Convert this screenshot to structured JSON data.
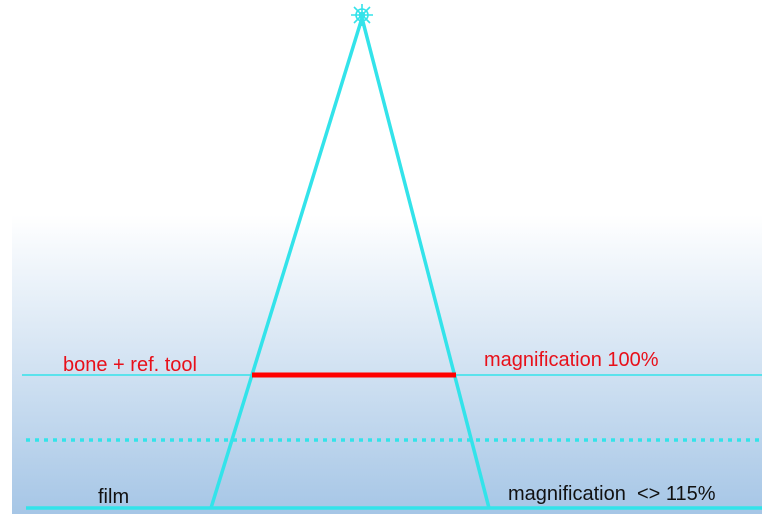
{
  "labels": {
    "bone_ref_tool": "bone + ref. tool",
    "magnification_100": "magnification 100%",
    "film": "film",
    "magnification_115": "magnification  <> 115%"
  },
  "colors": {
    "beam": "#33e3ea",
    "highlight": "#ff0000",
    "label_red": "#e8101a",
    "label_dark": "#111111",
    "gradient_top": "#ffffff",
    "gradient_bottom": "#a6c6e6"
  },
  "icons": {
    "source": "x-ray-source-icon"
  }
}
